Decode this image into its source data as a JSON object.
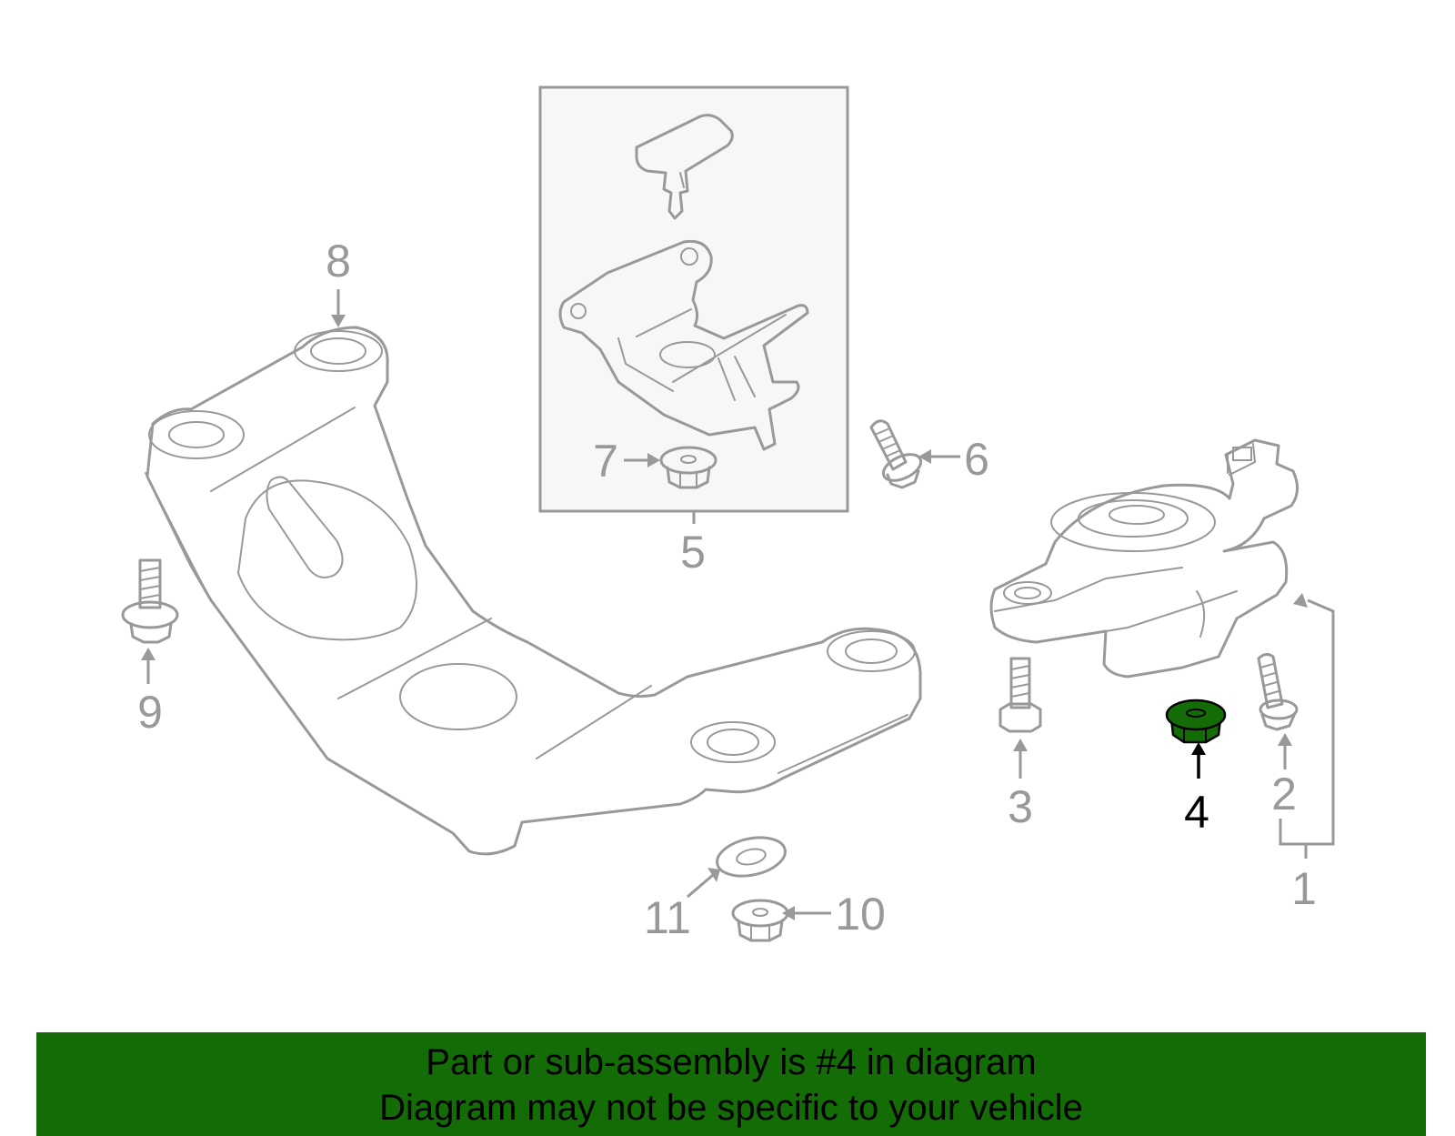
{
  "callouts": {
    "c1": "1",
    "c2": "2",
    "c3": "3",
    "c4": "4",
    "c5": "5",
    "c6": "6",
    "c7": "7",
    "c8": "8",
    "c9": "9",
    "c10": "10",
    "c11": "11"
  },
  "banner": {
    "line1": "Part or sub-assembly is #4 in diagram",
    "line2": "Diagram may not be specific to your vehicle"
  },
  "colors": {
    "highlight": "#136c05",
    "line_art": "#999999",
    "inset_background": "#f7f7f7"
  }
}
